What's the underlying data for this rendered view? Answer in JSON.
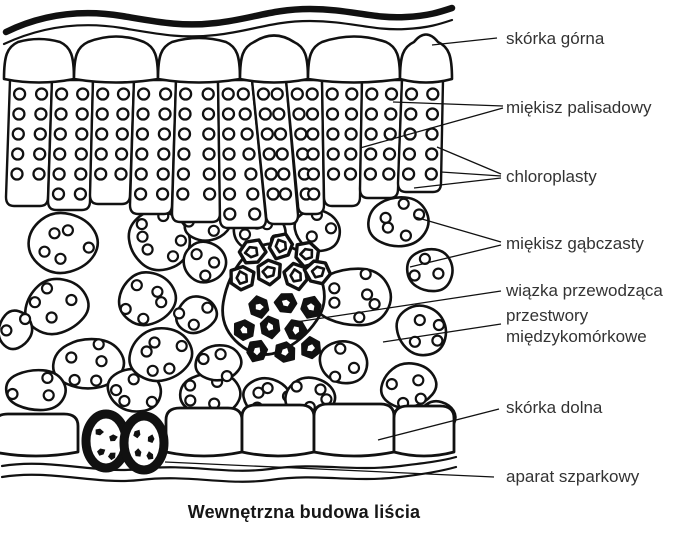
{
  "figure": {
    "caption": "Wewnętrzna budowa liścia"
  },
  "labels": [
    {
      "id": "skorka-gorna",
      "text": "skórka górna"
    },
    {
      "id": "miekisz-palisadowy",
      "text": "miękisz palisadowy"
    },
    {
      "id": "chloroplasty",
      "text": "chloroplasty"
    },
    {
      "id": "miekisz-gabczasty",
      "text": "miękisz gąbczasty"
    },
    {
      "id": "wiazka-przewodzaca",
      "text": "wiązka przewodząca"
    },
    {
      "id": "przestwory-miedzykomorkowe",
      "text": "przestwory międzykomórkowe"
    },
    {
      "id": "skorka-dolna",
      "text": "skórka dolna"
    },
    {
      "id": "aparat-szparkowy",
      "text": "aparat szparkowy"
    }
  ],
  "colors": {
    "ink": "#111111",
    "label_text": "#333333",
    "caption_text": "#161616",
    "background": "#ffffff"
  }
}
